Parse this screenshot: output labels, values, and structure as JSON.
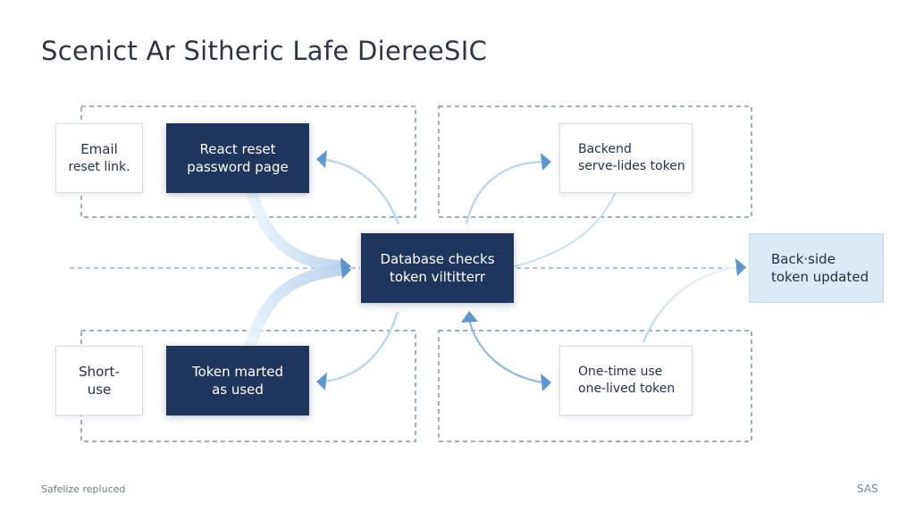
{
  "title": "Scenict Ar Sitheric Lafe DiereeSIC",
  "footer": {
    "left": "Safelize repluced",
    "right": "SAS"
  },
  "nodes": {
    "email_reset_link": {
      "lines": [
        "Email",
        "reset link."
      ]
    },
    "react_reset_password_page": {
      "lines": [
        "React reset",
        "password page"
      ]
    },
    "backend_serve_lides_token": {
      "lines": [
        "Backend",
        "serve-lides token"
      ]
    },
    "database_checks_token": {
      "lines": [
        "Database checks",
        "token viltitterr"
      ]
    },
    "back_side_token_updated": {
      "lines": [
        "Back·side",
        "token updated"
      ]
    },
    "short_use": {
      "lines": [
        "Short-",
        "use"
      ]
    },
    "token_marked_used": {
      "lines": [
        "Token marted",
        "as used"
      ]
    },
    "one_time_use_token": {
      "lines": [
        "One-time use",
        "one-lived token"
      ]
    }
  },
  "colors": {
    "dark_node": "#1f365c",
    "light_node": "#dce9f6",
    "dashed_border": "#7f97ad",
    "arrow": "#9cc0e0",
    "arrow_head": "#5f96cf"
  }
}
